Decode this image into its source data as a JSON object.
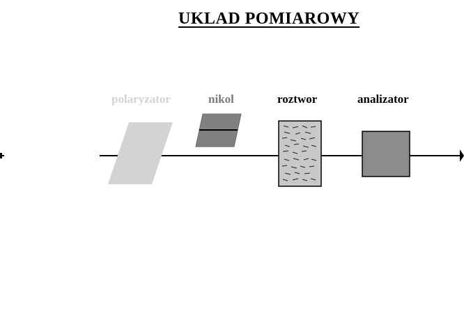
{
  "title": "UKLAD  POMIAROWY",
  "components": {
    "polaryzator": {
      "label": "polaryzator",
      "color": "#d3d3d3"
    },
    "nikol": {
      "label": "nikol",
      "color": "#808080"
    },
    "roztwor": {
      "label": "roztwor",
      "color": "#c8c8c8"
    },
    "analizator": {
      "label": "analizator",
      "color": "#8c8c8c"
    }
  },
  "colors": {
    "beam": "#000000",
    "background": "#ffffff"
  }
}
